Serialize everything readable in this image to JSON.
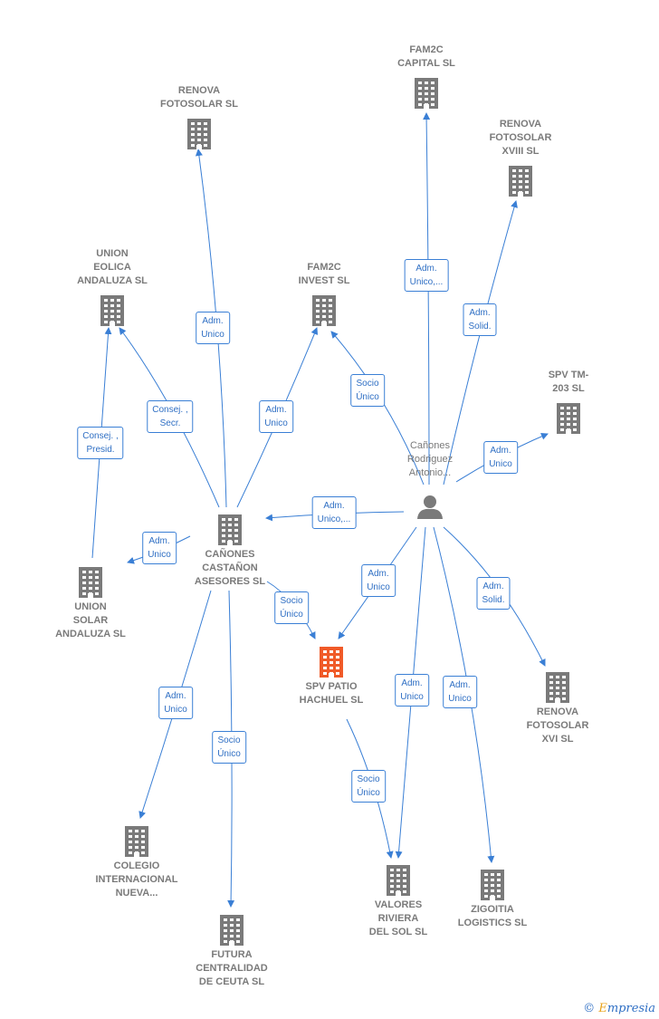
{
  "nodes": {
    "renova_fotosolar": {
      "label": "RENOVA\nFOTOSOLAR SL",
      "type": "company"
    },
    "fam2c_capital": {
      "label": "FAM2C\nCAPITAL  SL",
      "type": "company"
    },
    "renova_fotosolar_xviii": {
      "label": "RENOVA\nFOTOSOLAR\nXVIII SL",
      "type": "company"
    },
    "union_eolica": {
      "label": "UNION\nEOLICA\nANDALUZA SL",
      "type": "company"
    },
    "fam2c_invest": {
      "label": "FAM2C\nINVEST  SL",
      "type": "company"
    },
    "spv_tm203": {
      "label": "SPV TM-\n203  SL",
      "type": "company"
    },
    "person": {
      "label": "Cañones\nRodriguez\nAntonio...",
      "type": "person"
    },
    "canones_castanon": {
      "label": "CAÑONES\nCASTAÑON\nASESORES  SL",
      "type": "company"
    },
    "union_solar": {
      "label": "UNION\nSOLAR\nANDALUZA  SL",
      "type": "company"
    },
    "spv_patio": {
      "label": "SPV PATIO\nHACHUEL  SL",
      "type": "main"
    },
    "renova_fotosolar_xvi": {
      "label": "RENOVA\nFOTOSOLAR\nXVI SL",
      "type": "company"
    },
    "colegio": {
      "label": "COLEGIO\nINTERNACIONAL\nNUEVA...",
      "type": "company"
    },
    "futura": {
      "label": "FUTURA\nCENTRALIDAD\nDE CEUTA  SL",
      "type": "company"
    },
    "valores": {
      "label": "VALORES\nRIVIERA\nDEL SOL  SL",
      "type": "company"
    },
    "zigoitia": {
      "label": "ZIGOITIA\nLOGISTICS  SL",
      "type": "company"
    }
  },
  "relations": [
    {
      "from": "canones_castanon",
      "to": "renova_fotosolar",
      "label": "Adm.\nUnico"
    },
    {
      "from": "canones_castanon",
      "to": "union_eolica",
      "label": "Consej. ,\nSecr."
    },
    {
      "from": "canones_castanon",
      "to": "fam2c_invest",
      "label": "Adm.\nUnico"
    },
    {
      "from": "canones_castanon",
      "to": "union_solar",
      "label": "Adm.\nUnico"
    },
    {
      "from": "canones_castanon",
      "to": "spv_patio",
      "label": "Socio\nÚnico"
    },
    {
      "from": "canones_castanon",
      "to": "colegio",
      "label": "Adm.\nUnico"
    },
    {
      "from": "canones_castanon",
      "to": "futura",
      "label": "Socio\nÚnico"
    },
    {
      "from": "union_solar",
      "to": "union_eolica",
      "label": "Consej. ,\nPresid."
    },
    {
      "from": "person",
      "to": "fam2c_capital",
      "label": "Adm.\nUnico,..."
    },
    {
      "from": "person",
      "to": "renova_fotosolar_xviii",
      "label": "Adm.\nSolid."
    },
    {
      "from": "person",
      "to": "fam2c_invest",
      "label": "Socio\nÚnico"
    },
    {
      "from": "person",
      "to": "spv_tm203",
      "label": "Adm.\nUnico"
    },
    {
      "from": "person",
      "to": "canones_castanon",
      "label": "Adm.\nUnico,..."
    },
    {
      "from": "person",
      "to": "spv_patio",
      "label": "Adm.\nUnico"
    },
    {
      "from": "person",
      "to": "renova_fotosolar_xvi",
      "label": "Adm.\nSolid."
    },
    {
      "from": "person",
      "to": "valores",
      "label": "Adm.\nUnico"
    },
    {
      "from": "person",
      "to": "zigoitia",
      "label": "Adm.\nUnico"
    },
    {
      "from": "spv_patio",
      "to": "valores",
      "label": "Socio\nÚnico"
    }
  ],
  "colors": {
    "company": "#7a7a7a",
    "main": "#f05a28",
    "edge": "#3a7fd5"
  },
  "brand": {
    "symbol": "©",
    "name": "mpresia",
    "initial": "E"
  }
}
